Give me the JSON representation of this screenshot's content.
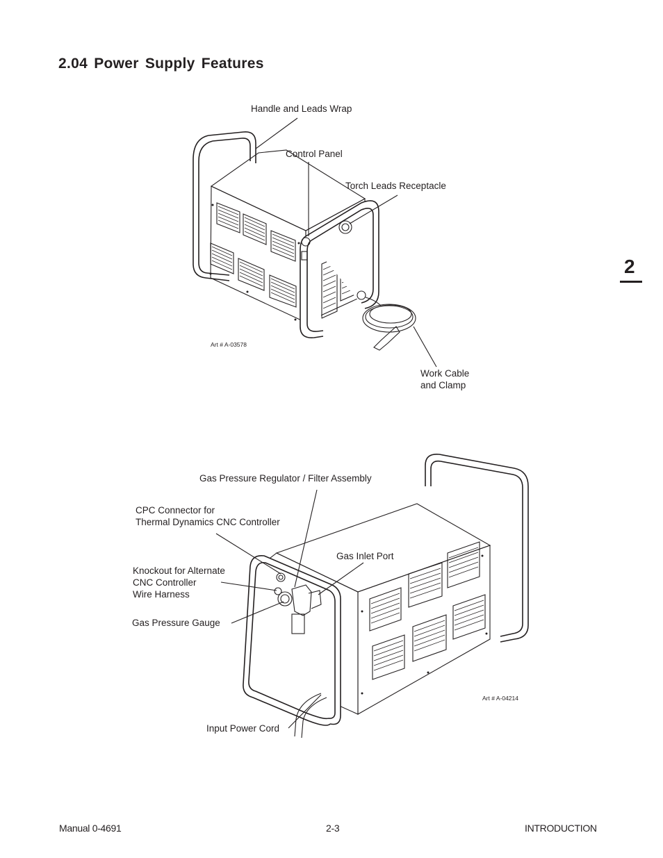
{
  "section_title": "2.04  Power Supply Features",
  "side_tab": "2",
  "figure1": {
    "labels": {
      "handle": "Handle and Leads Wrap",
      "control_panel": "Control Panel",
      "torch_receptacle": "Torch Leads Receptacle",
      "work_cable": "Work Cable\nand Clamp"
    },
    "art_number": "Art # A-03578"
  },
  "figure2": {
    "labels": {
      "regulator": "Gas Pressure Regulator / Filter Assembly",
      "cpc": "CPC Connector for\nThermal Dynamics CNC Controller",
      "knockout": "Knockout for Alternate\nCNC Controller\nWire Harness",
      "gas_inlet": "Gas Inlet Port",
      "gauge": "Gas Pressure Gauge",
      "power_cord": "Input Power Cord"
    },
    "art_number": "Art # A-04214"
  },
  "footer": {
    "left": "Manual 0-4691",
    "center": "2-3",
    "right": "INTRODUCTION"
  }
}
